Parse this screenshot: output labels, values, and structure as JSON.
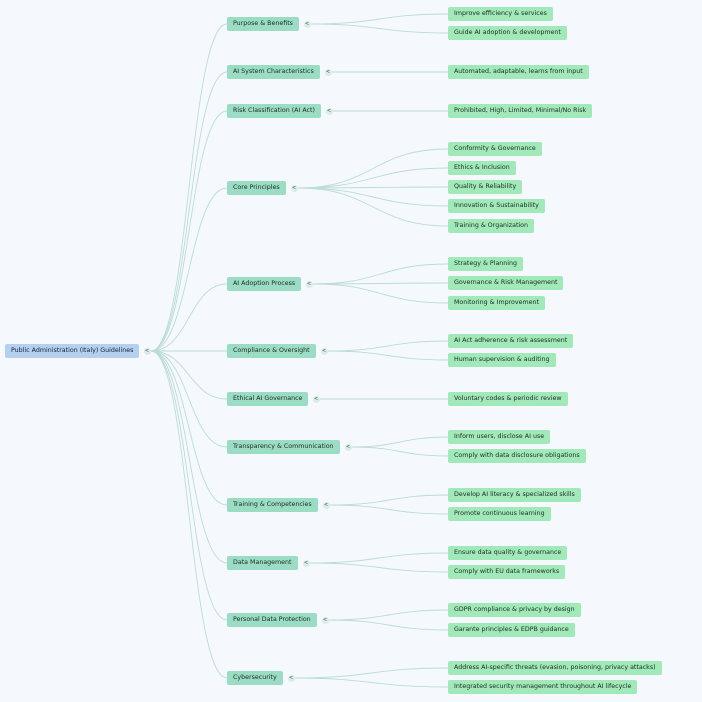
{
  "root": {
    "label": "Public Administration (Italy) Guidelines"
  },
  "collapse_glyph": "<",
  "colors": {
    "background": "#f5f9fd",
    "root_fill": "#b5cfee",
    "category_fill": "#9bdcc4",
    "leaf_fill": "#a1e9b8",
    "edge_color": "#b9dcd6"
  },
  "categories": [
    {
      "label": "Purpose & Benefits",
      "children": [
        "Improve efficiency & services",
        "Guide AI adoption & development"
      ]
    },
    {
      "label": "AI System Characteristics",
      "children": [
        "Automated, adaptable, learns from input"
      ]
    },
    {
      "label": "Risk Classification (AI Act)",
      "children": [
        "Prohibited, High, Limited, Minimal/No Risk"
      ]
    },
    {
      "label": "Core Principles",
      "children": [
        "Conformity & Governance",
        "Ethics & Inclusion",
        "Quality & Reliability",
        "Innovation & Sustainability",
        "Training & Organization"
      ]
    },
    {
      "label": "AI Adoption Process",
      "children": [
        "Strategy & Planning",
        "Governance & Risk Management",
        "Monitoring & Improvement"
      ]
    },
    {
      "label": "Compliance & Oversight",
      "children": [
        "AI Act adherence & risk assessment",
        "Human supervision & auditing"
      ]
    },
    {
      "label": "Ethical AI Governance",
      "children": [
        "Voluntary codes & periodic review"
      ]
    },
    {
      "label": "Transparency & Communication",
      "children": [
        "Inform users, disclose AI use",
        "Comply with data disclosure obligations"
      ]
    },
    {
      "label": "Training & Competencies",
      "children": [
        "Develop AI literacy & specialized skills",
        "Promote continuous learning"
      ]
    },
    {
      "label": "Data Management",
      "children": [
        "Ensure data quality & governance",
        "Comply with EU data frameworks"
      ]
    },
    {
      "label": "Personal Data Protection",
      "children": [
        "GDPR compliance & privacy by design",
        "Garante principles & EDPB guidance"
      ]
    },
    {
      "label": "Cybersecurity",
      "children": [
        "Address AI-specific threats (evasion, poisoning, privacy attacks)",
        "Integrated security management throughout AI lifecycle"
      ]
    }
  ]
}
